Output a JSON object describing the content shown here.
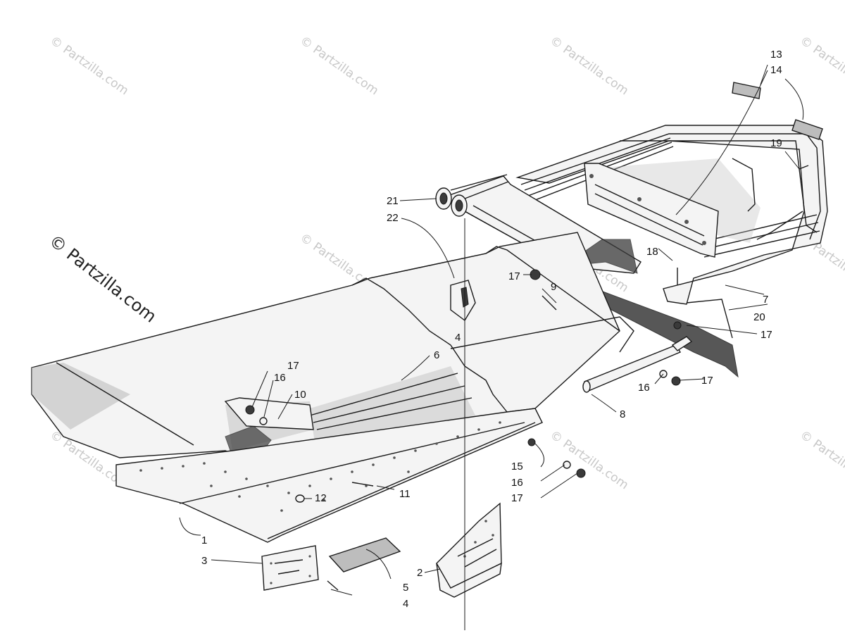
{
  "watermarks": {
    "text": "© Partzilla.com",
    "corner_text": "© Partzilla.com"
  },
  "callouts": {
    "c1": "1",
    "c2": "2",
    "c3": "3",
    "c4a": "4",
    "c4b": "4",
    "c5": "5",
    "c6": "6",
    "c7": "7",
    "c8": "8",
    "c9": "9",
    "c10": "10",
    "c11": "11",
    "c12": "12",
    "c13": "13",
    "c14": "14",
    "c15": "15",
    "c16a": "16",
    "c16b": "16",
    "c16c": "16",
    "c17a": "17",
    "c17b": "17",
    "c17c": "17",
    "c17d": "17",
    "c17e": "17",
    "c18": "18",
    "c19": "19",
    "c20": "20",
    "c21": "21",
    "c22": "22"
  }
}
